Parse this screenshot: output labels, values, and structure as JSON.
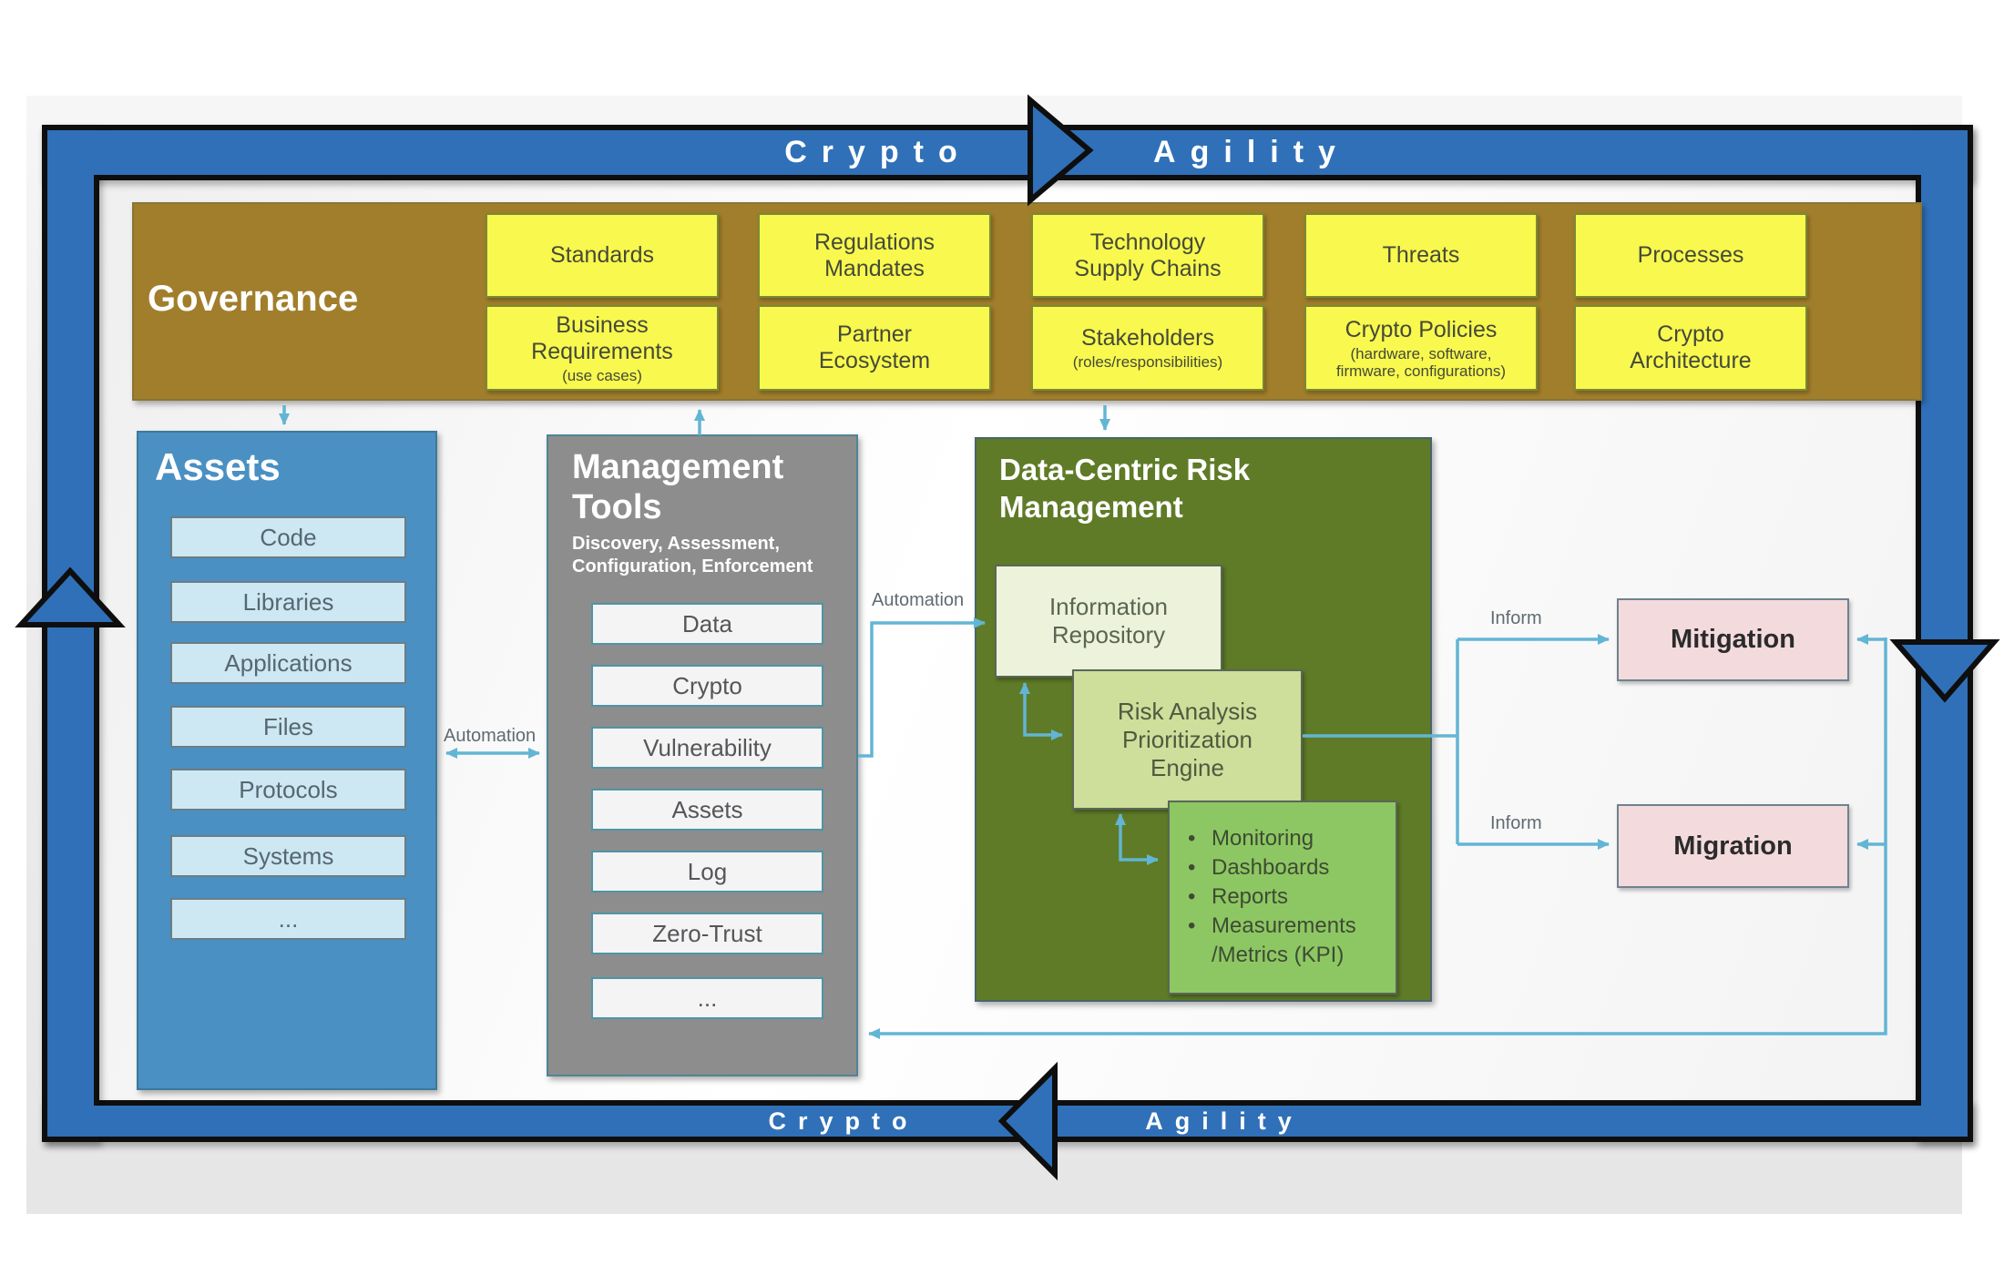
{
  "loop": {
    "top": {
      "word1": "Crypto",
      "word2": "Agility"
    },
    "bottom": {
      "word1": "Crypto",
      "word2": "Agility"
    }
  },
  "governance": {
    "title": "Governance",
    "row1": [
      "Standards",
      "Regulations\nMandates",
      "Technology\nSupply Chains",
      "Threats",
      "Processes"
    ],
    "row2": [
      {
        "label": "Business\nRequirements",
        "sub": "(use cases)"
      },
      {
        "label": "Partner\nEcosystem",
        "sub": ""
      },
      {
        "label": "Stakeholders",
        "sub": "(roles/responsibilities)"
      },
      {
        "label": "Crypto Policies",
        "sub": "(hardware, software, firmware, configurations)"
      },
      {
        "label": "Crypto\nArchitecture",
        "sub": ""
      }
    ]
  },
  "assets": {
    "title": "Assets",
    "items": [
      "Code",
      "Libraries",
      "Applications",
      "Files",
      "Protocols",
      "Systems",
      "..."
    ]
  },
  "tools": {
    "title": "Management\nTools",
    "subtitle": "Discovery, Assessment,\nConfiguration, Enforcement",
    "items": [
      "Data",
      "Crypto",
      "Vulnerability",
      "Assets",
      "Log",
      "Zero-Trust",
      "..."
    ]
  },
  "risk": {
    "title": "Data-Centric Risk\nManagement",
    "repository": "Information\nRepository",
    "engine": "Risk Analysis\nPrioritization\nEngine",
    "outputs": [
      "Monitoring",
      "Dashboards",
      "Reports",
      "Measurements\n/Metrics (KPI)"
    ]
  },
  "actions": {
    "mitigation": "Mitigation",
    "migration": "Migration"
  },
  "labels": {
    "automation_assets_tools": "Automation",
    "automation_tools_risk": "Automation",
    "inform_mitigation": "Inform",
    "inform_migration": "Inform"
  },
  "colors": {
    "loop_blue": "#3070b8",
    "connector_blue": "#63b5d4",
    "governance_gold": "#a17e2b",
    "highlight_yellow": "#f8f84e",
    "assets_blue": "#4a90c2",
    "tools_gray": "#8d8d8d",
    "risk_olive": "#5f7b27",
    "repository_green": "#ecf3da",
    "engine_green": "#cddf9b",
    "outputs_green": "#8dc763",
    "action_pink": "#f3dadd"
  }
}
